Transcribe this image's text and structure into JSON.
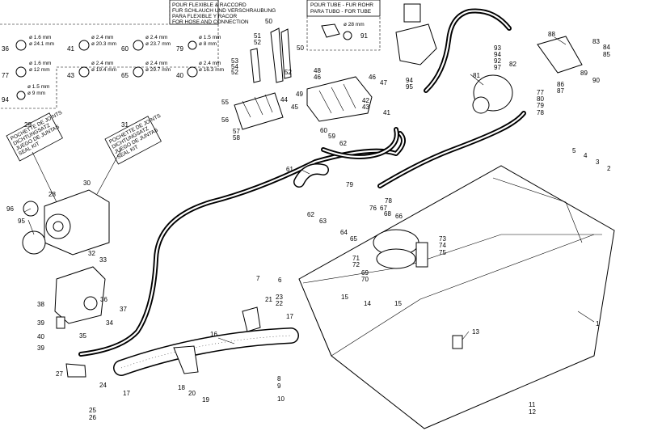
{
  "boxes": {
    "hose_connection": [
      "POUR FLEXIBLE & RACCORD",
      "FUR SCHLAUCH UND VERSCHRAUBUNG",
      "PARA FLEXIBLE Y RACOR",
      "FOR HOSE AND CONNECTION"
    ],
    "tube": [
      "POUR TUBE - FUR ROHR",
      "PARA TUBO - FOR TUBE"
    ],
    "seal_kit_left": [
      "POCHETTE DE JOINTS",
      "DICHTUNGSATZ",
      "JUEGO DE JUNTAS",
      "SEAL KIT"
    ],
    "seal_kit_right": [
      "POCHETTE DE JOINTS",
      "DICHTUNGSATZ",
      "JUEGO DE JUNTAS",
      "SEAL KIT"
    ]
  },
  "clamp_sizes": [
    {
      "ref": "36",
      "a": "ø 1.6 mm",
      "b": "ø 24.1 mm"
    },
    {
      "ref": "41",
      "a": "ø 2.4 mm",
      "b": "ø 20.3 mm"
    },
    {
      "ref": "60",
      "a": "ø 2.4 mm",
      "b": "ø 23.7 mm"
    },
    {
      "ref": "79",
      "a": "ø 1.5 mm",
      "b": "ø 8 mm"
    },
    {
      "ref": "77",
      "a": "ø 1.6 mm",
      "b": "ø 12 mm"
    },
    {
      "ref": "43",
      "a": "ø 2.4 mm",
      "b": "ø 19.4 mm"
    },
    {
      "ref": "65",
      "a": "ø 2.4 mm",
      "b": "ø 29.7 mm"
    },
    {
      "ref": "40",
      "a": "ø 2.4 mm",
      "b": "ø 16.3 mm"
    },
    {
      "ref": "94",
      "a": "ø 1.5 mm",
      "b": "ø 9 mm"
    }
  ],
  "tube_size": "ø 28 mm",
  "callouts": [
    {
      "id": "c1",
      "text": "1"
    },
    {
      "id": "c2",
      "text": "2"
    },
    {
      "id": "c3",
      "text": "3"
    },
    {
      "id": "c4",
      "text": "4"
    },
    {
      "id": "c5",
      "text": "5"
    },
    {
      "id": "c6",
      "text": "6"
    },
    {
      "id": "c7",
      "text": "7"
    },
    {
      "id": "c8",
      "text": "8"
    },
    {
      "id": "c9",
      "text": "9"
    },
    {
      "id": "c10",
      "text": "10"
    },
    {
      "id": "c11",
      "text": "11"
    },
    {
      "id": "c12",
      "text": "12"
    },
    {
      "id": "c13",
      "text": "13"
    },
    {
      "id": "c14",
      "text": "14"
    },
    {
      "id": "c15a",
      "text": "15"
    },
    {
      "id": "c15b",
      "text": "15"
    },
    {
      "id": "c16",
      "text": "16"
    },
    {
      "id": "c17a",
      "text": "17"
    },
    {
      "id": "c17b",
      "text": "17"
    },
    {
      "id": "c18",
      "text": "18"
    },
    {
      "id": "c19",
      "text": "19"
    },
    {
      "id": "c20",
      "text": "20"
    },
    {
      "id": "c21",
      "text": "21"
    },
    {
      "id": "c22",
      "text": "22"
    },
    {
      "id": "c23",
      "text": "23"
    },
    {
      "id": "c24",
      "text": "24"
    },
    {
      "id": "c25",
      "text": "25"
    },
    {
      "id": "c26",
      "text": "26"
    },
    {
      "id": "c27",
      "text": "27"
    },
    {
      "id": "c28",
      "text": "28"
    },
    {
      "id": "c29",
      "text": "29"
    },
    {
      "id": "c30",
      "text": "30"
    },
    {
      "id": "c31",
      "text": "31"
    },
    {
      "id": "c32",
      "text": "32"
    },
    {
      "id": "c33",
      "text": "33"
    },
    {
      "id": "c34",
      "text": "34"
    },
    {
      "id": "c35",
      "text": "35"
    },
    {
      "id": "c36",
      "text": "36"
    },
    {
      "id": "c37",
      "text": "37"
    },
    {
      "id": "c38",
      "text": "38"
    },
    {
      "id": "c39a",
      "text": "39"
    },
    {
      "id": "c39b",
      "text": "39"
    },
    {
      "id": "c40",
      "text": "40"
    },
    {
      "id": "c41",
      "text": "41"
    },
    {
      "id": "c42",
      "text": "42"
    },
    {
      "id": "c43",
      "text": "43"
    },
    {
      "id": "c44",
      "text": "44"
    },
    {
      "id": "c45",
      "text": "45"
    },
    {
      "id": "c46a",
      "text": "46"
    },
    {
      "id": "c46b",
      "text": "46"
    },
    {
      "id": "c47",
      "text": "47"
    },
    {
      "id": "c48",
      "text": "48"
    },
    {
      "id": "c49",
      "text": "49"
    },
    {
      "id": "c50a",
      "text": "50"
    },
    {
      "id": "c50b",
      "text": "50"
    },
    {
      "id": "c51",
      "text": "51"
    },
    {
      "id": "c52a",
      "text": "52"
    },
    {
      "id": "c52b",
      "text": "52"
    },
    {
      "id": "c52c",
      "text": "52"
    },
    {
      "id": "c53",
      "text": "53"
    },
    {
      "id": "c54",
      "text": "54"
    },
    {
      "id": "c55",
      "text": "55"
    },
    {
      "id": "c56",
      "text": "56"
    },
    {
      "id": "c57",
      "text": "57"
    },
    {
      "id": "c58",
      "text": "58"
    },
    {
      "id": "c59",
      "text": "59"
    },
    {
      "id": "c60",
      "text": "60"
    },
    {
      "id": "c61",
      "text": "61"
    },
    {
      "id": "c62a",
      "text": "62"
    },
    {
      "id": "c62b",
      "text": "62"
    },
    {
      "id": "c63",
      "text": "63"
    },
    {
      "id": "c64",
      "text": "64"
    },
    {
      "id": "c65",
      "text": "65"
    },
    {
      "id": "c66",
      "text": "66"
    },
    {
      "id": "c67",
      "text": "67"
    },
    {
      "id": "c68",
      "text": "68"
    },
    {
      "id": "c69",
      "text": "69"
    },
    {
      "id": "c70",
      "text": "70"
    },
    {
      "id": "c71",
      "text": "71"
    },
    {
      "id": "c72",
      "text": "72"
    },
    {
      "id": "c73",
      "text": "73"
    },
    {
      "id": "c74",
      "text": "74"
    },
    {
      "id": "c75",
      "text": "75"
    },
    {
      "id": "c76",
      "text": "76"
    },
    {
      "id": "c77",
      "text": "77"
    },
    {
      "id": "c78a",
      "text": "78"
    },
    {
      "id": "c78b",
      "text": "78"
    },
    {
      "id": "c79a",
      "text": "79"
    },
    {
      "id": "c79b",
      "text": "79"
    },
    {
      "id": "c80",
      "text": "80"
    },
    {
      "id": "c81",
      "text": "81"
    },
    {
      "id": "c82",
      "text": "82"
    },
    {
      "id": "c83",
      "text": "83"
    },
    {
      "id": "c84",
      "text": "84"
    },
    {
      "id": "c85",
      "text": "85"
    },
    {
      "id": "c86",
      "text": "86"
    },
    {
      "id": "c87",
      "text": "87"
    },
    {
      "id": "c88",
      "text": "88"
    },
    {
      "id": "c89",
      "text": "89"
    },
    {
      "id": "c90",
      "text": "90"
    },
    {
      "id": "c91",
      "text": "91"
    },
    {
      "id": "c92",
      "text": "92"
    },
    {
      "id": "c93",
      "text": "93"
    },
    {
      "id": "c94a",
      "text": "94"
    },
    {
      "id": "c94b",
      "text": "94"
    },
    {
      "id": "c95a",
      "text": "95"
    },
    {
      "id": "c95b",
      "text": "95"
    },
    {
      "id": "c96",
      "text": "96"
    },
    {
      "id": "c97",
      "text": "97"
    }
  ]
}
